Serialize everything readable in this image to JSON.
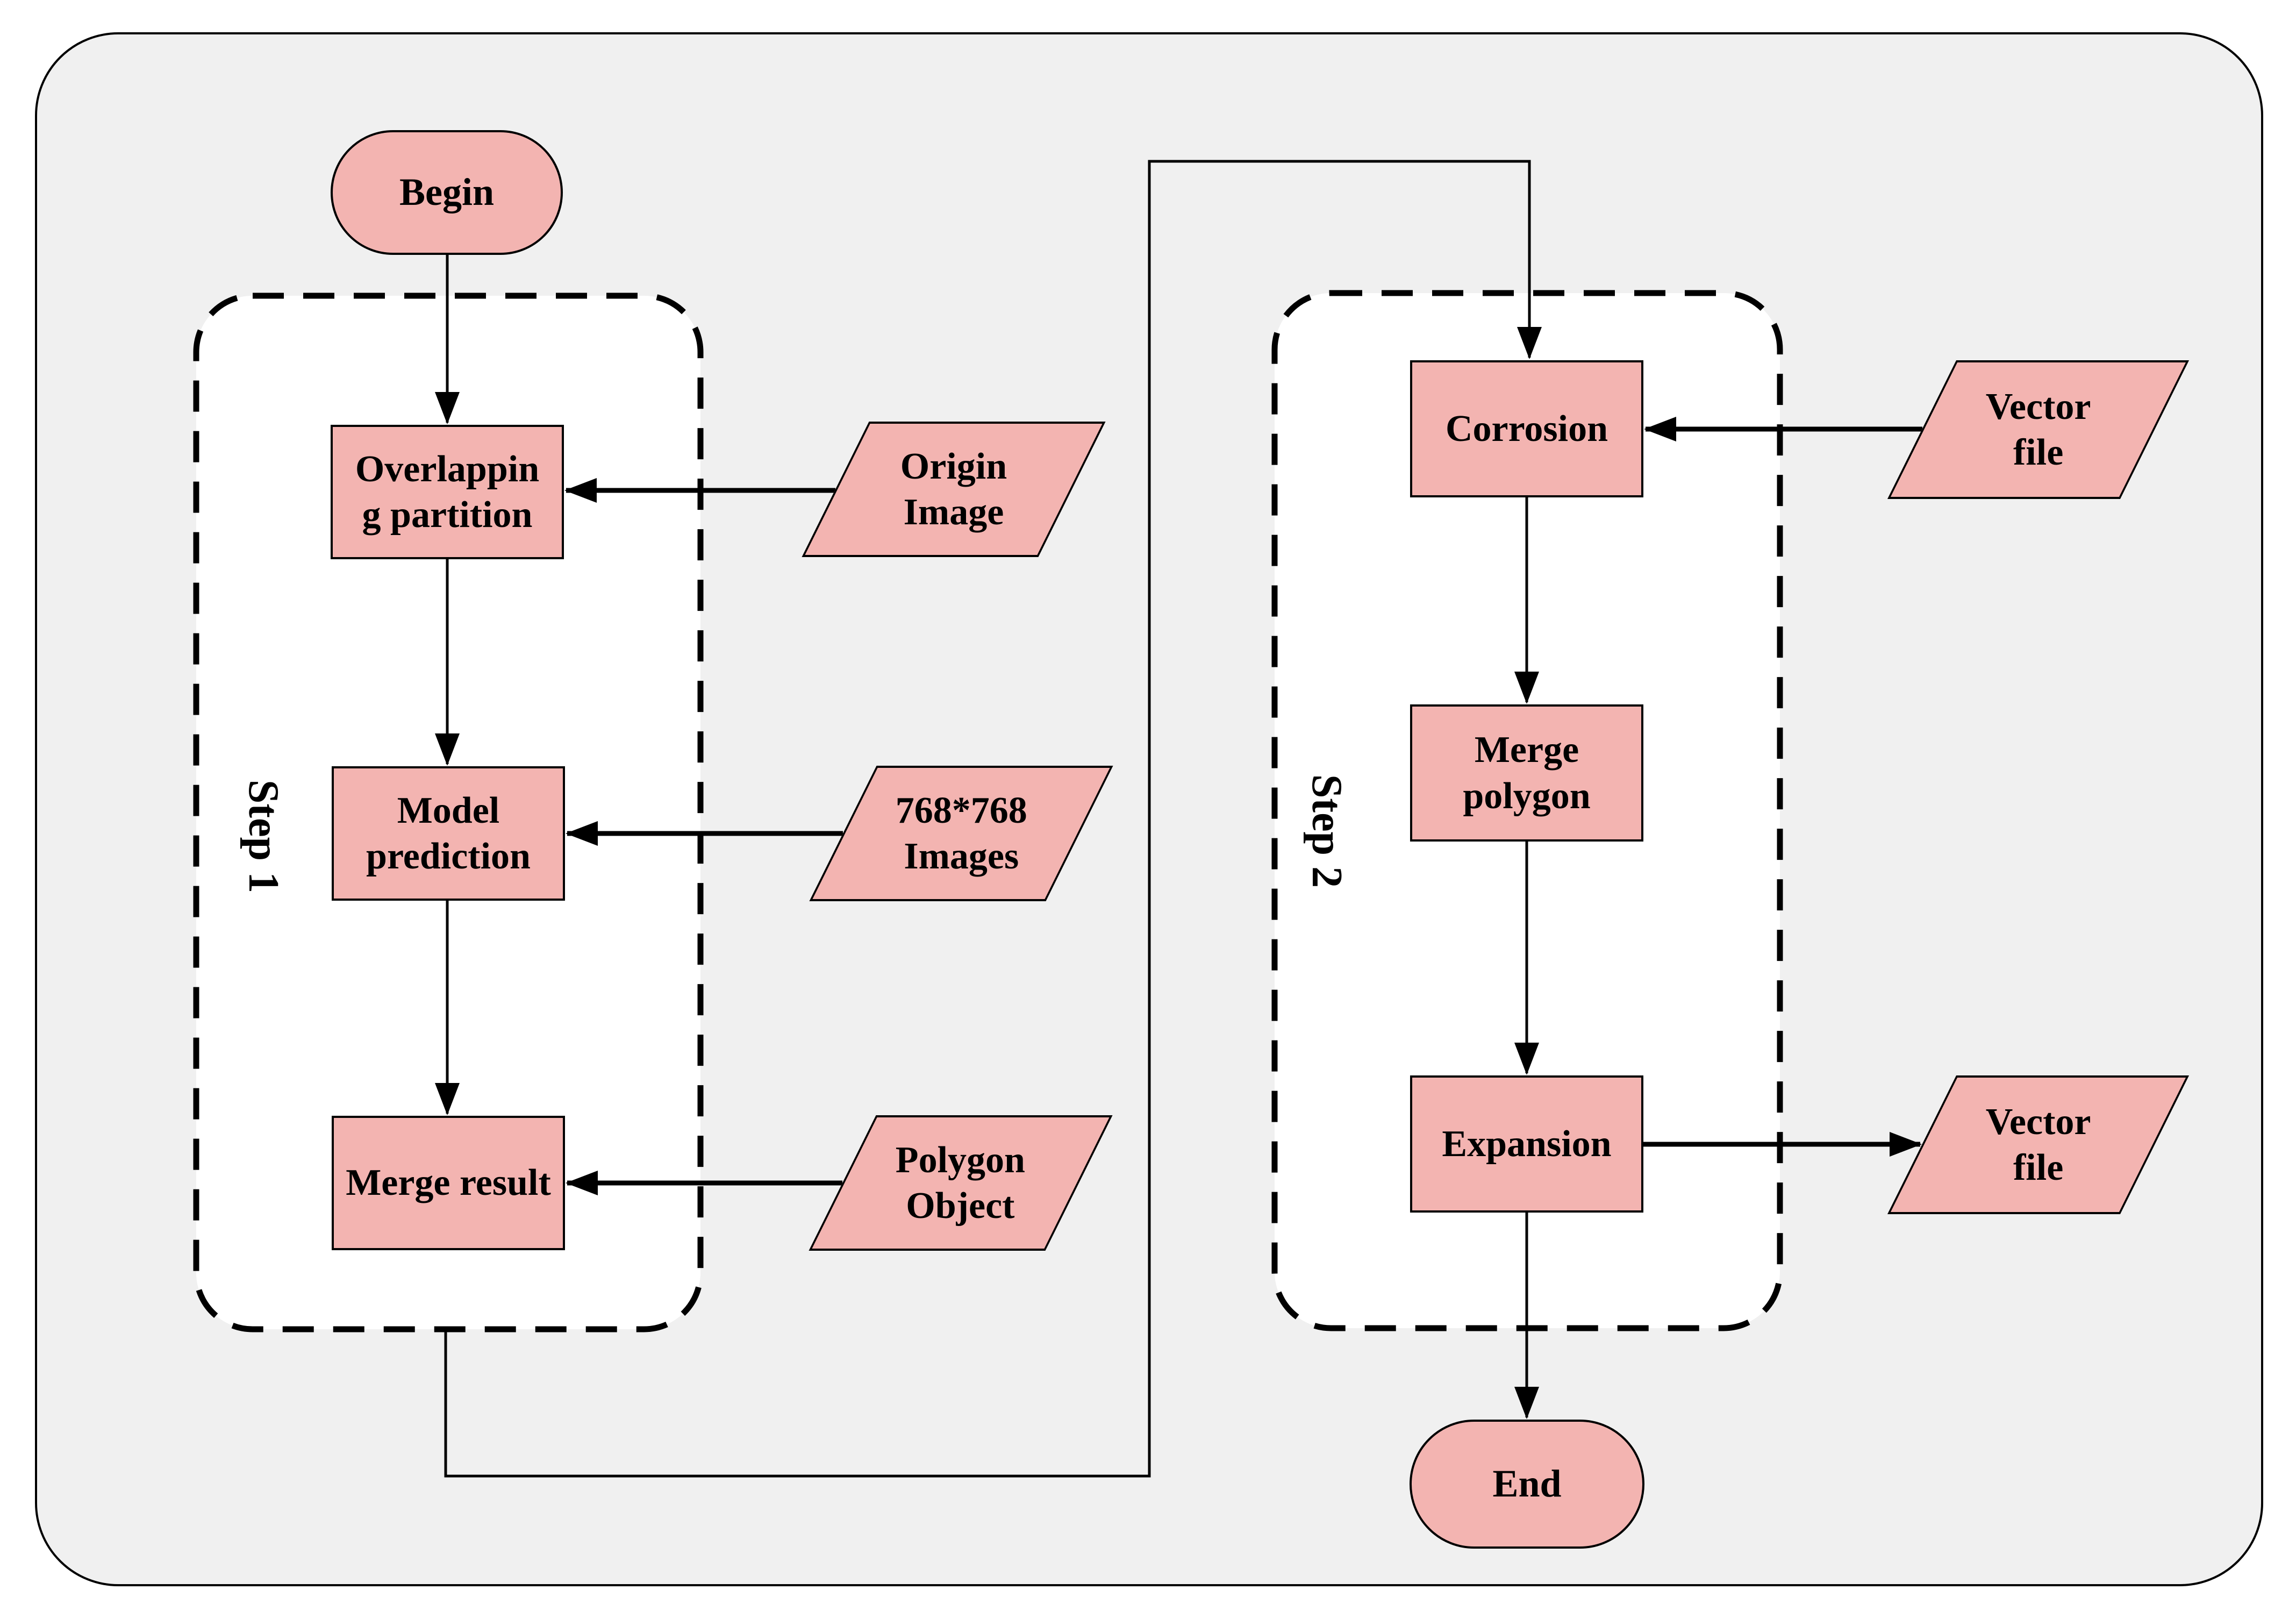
{
  "figure": {
    "canvas_background": "#F0F0F0",
    "node_fill": "#F3B4B1",
    "step_interior": "#FFFFFF",
    "stroke_color": "#000000"
  },
  "steps": {
    "step1_label": "Step 1",
    "step2_label": "Step 2"
  },
  "nodes": {
    "begin": "Begin",
    "end": "End",
    "overlapping_partition": "Overlappin\ng partition",
    "model_prediction": "Model\nprediction",
    "merge_result": "Merge result",
    "corrosion": "Corrosion",
    "merge_polygon": "Merge\npolygon",
    "expansion": "Expansion",
    "origin_image": "Origin\nImage",
    "images_768": "768*768\nImages",
    "polygon_object": "Polygon\nObject",
    "vector_file_input": "Vector\nfile",
    "vector_file_output": "Vector\nfile"
  }
}
